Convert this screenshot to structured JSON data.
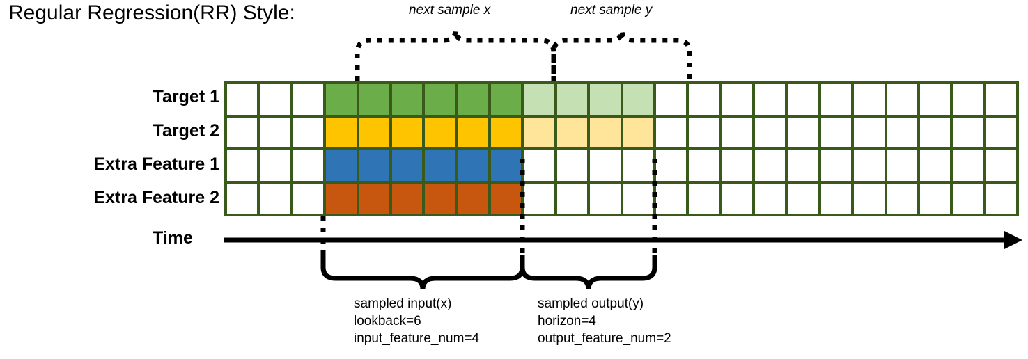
{
  "title": "Regular Regression(RR) Style:",
  "top_captions": {
    "next_sample_x": "next sample x",
    "next_sample_y": "next sample y"
  },
  "row_labels": [
    "Target 1",
    "Target 2",
    "Extra Feature 1",
    "Extra Feature 2"
  ],
  "axis": {
    "time_label": "Time"
  },
  "notes": {
    "input": {
      "line1": "sampled input(x)",
      "line2": "lookback=6",
      "line3": "input_feature_num=4"
    },
    "output": {
      "line1": "sampled output(y)",
      "line2": "horizon=4",
      "line3": "output_feature_num=2"
    }
  },
  "colors": {
    "grid_border": "#3A5A1C",
    "green": "#6BAE49",
    "green_light": "#C5E0B3",
    "amber": "#FFC400",
    "amber_light": "#FFE599",
    "blue": "#2F75B5",
    "orange": "#C7560F",
    "empty": "#FFFFFF",
    "ink": "#000000"
  },
  "chart_data": {
    "type": "heatmap",
    "title": "Regular Regression(RR) Style:",
    "columns": 24,
    "rows": 4,
    "row_names": [
      "Target 1",
      "Target 2",
      "Extra Feature 1",
      "Extra Feature 2"
    ],
    "lookback": 6,
    "horizon": 4,
    "input_feature_num": 4,
    "output_feature_num": 2,
    "input_window_columns": [
      3,
      4,
      5,
      6,
      7,
      8
    ],
    "output_window_columns": [
      9,
      10,
      11,
      12
    ],
    "cell_states": [
      [
        "empty",
        "empty",
        "empty",
        "green",
        "green",
        "green",
        "green",
        "green",
        "green",
        "green_light",
        "green_light",
        "green_light",
        "green_light",
        "empty",
        "empty",
        "empty",
        "empty",
        "empty",
        "empty",
        "empty",
        "empty",
        "empty",
        "empty",
        "empty"
      ],
      [
        "empty",
        "empty",
        "empty",
        "amber",
        "amber",
        "amber",
        "amber",
        "amber",
        "amber",
        "amber_light",
        "amber_light",
        "amber_light",
        "amber_light",
        "empty",
        "empty",
        "empty",
        "empty",
        "empty",
        "empty",
        "empty",
        "empty",
        "empty",
        "empty",
        "empty"
      ],
      [
        "empty",
        "empty",
        "empty",
        "blue",
        "blue",
        "blue",
        "blue",
        "blue",
        "blue",
        "empty",
        "empty",
        "empty",
        "empty",
        "empty",
        "empty",
        "empty",
        "empty",
        "empty",
        "empty",
        "empty",
        "empty",
        "empty",
        "empty",
        "empty"
      ],
      [
        "empty",
        "empty",
        "empty",
        "orange",
        "orange",
        "orange",
        "orange",
        "orange",
        "orange",
        "empty",
        "empty",
        "empty",
        "empty",
        "empty",
        "empty",
        "empty",
        "empty",
        "empty",
        "empty",
        "empty",
        "empty",
        "empty",
        "empty",
        "empty"
      ]
    ]
  }
}
